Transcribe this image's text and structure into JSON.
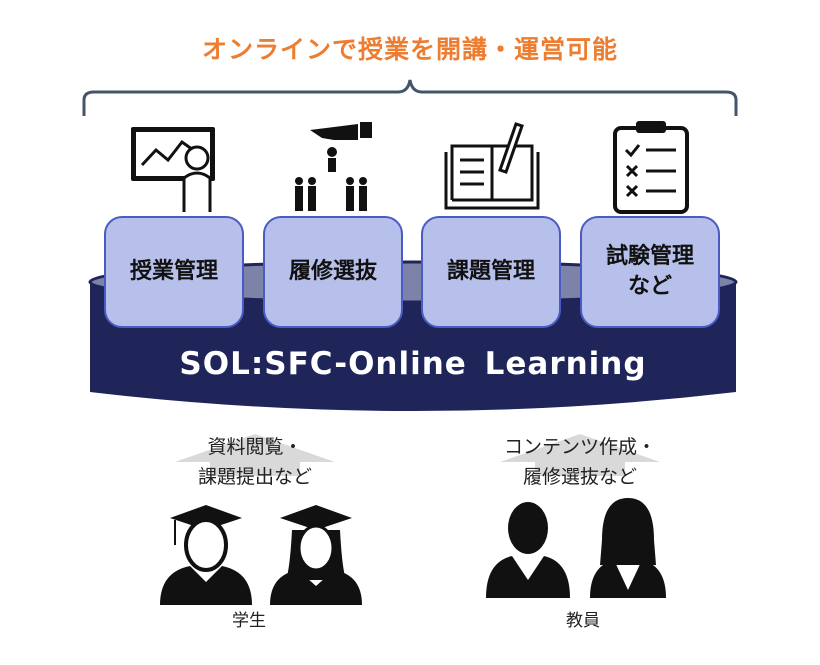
{
  "title": "オンラインで授業を開講・運営可能",
  "platform": "SOL:SFC-Online  Learning",
  "modules": [
    {
      "label": "授業管理",
      "icon": "presentation-icon"
    },
    {
      "label": "履修選抜",
      "icon": "selection-hand-icon"
    },
    {
      "label": "課題管理",
      "icon": "book-pencil-icon"
    },
    {
      "label": "試験管理\nなど",
      "icon": "checklist-clipboard-icon"
    }
  ],
  "students": {
    "caption": "資料閲覧・\n課題提出など",
    "label": "学生"
  },
  "teachers": {
    "caption": "コンテンツ作成・\n履修選抜など",
    "label": "教員"
  },
  "colors": {
    "accent": "#ED7D31",
    "navy": "#1F2459",
    "box": "#B7C0EA",
    "box_border": "#4A5BC4"
  }
}
